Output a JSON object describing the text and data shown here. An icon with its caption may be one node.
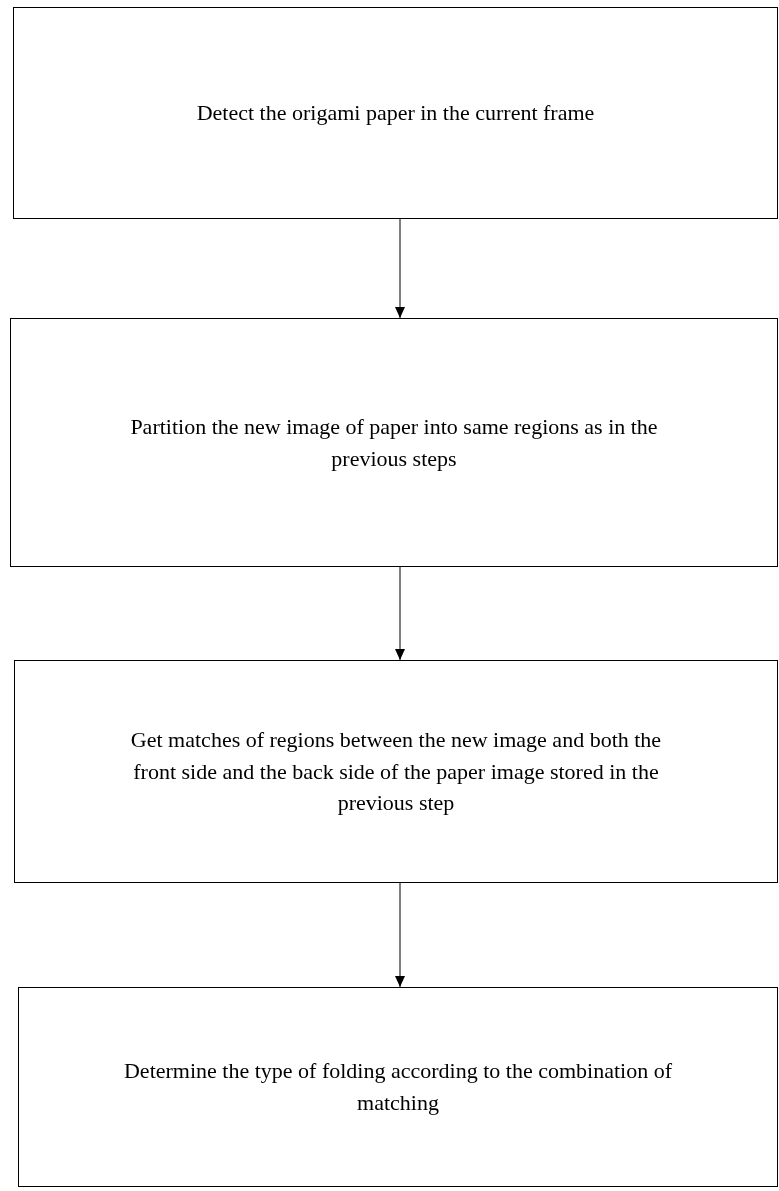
{
  "diagram": {
    "nodes": [
      {
        "text": [
          "Detect the origami paper in the current frame"
        ]
      },
      {
        "text": [
          "Partition the new image of paper into same regions as in the previous steps"
        ]
      },
      {
        "text": [
          "Get matches of regions between the new image and both the front side and the back side of the paper image stored in the previous step"
        ]
      },
      {
        "text": [
          "Determine the type of folding according to the combination of matching"
        ]
      }
    ],
    "edges": [
      {
        "from": 0,
        "to": 1,
        "arrow": "to"
      },
      {
        "from": 1,
        "to": 2,
        "arrow": "to"
      },
      {
        "from": 2,
        "to": 3,
        "arrow": "to"
      }
    ]
  }
}
